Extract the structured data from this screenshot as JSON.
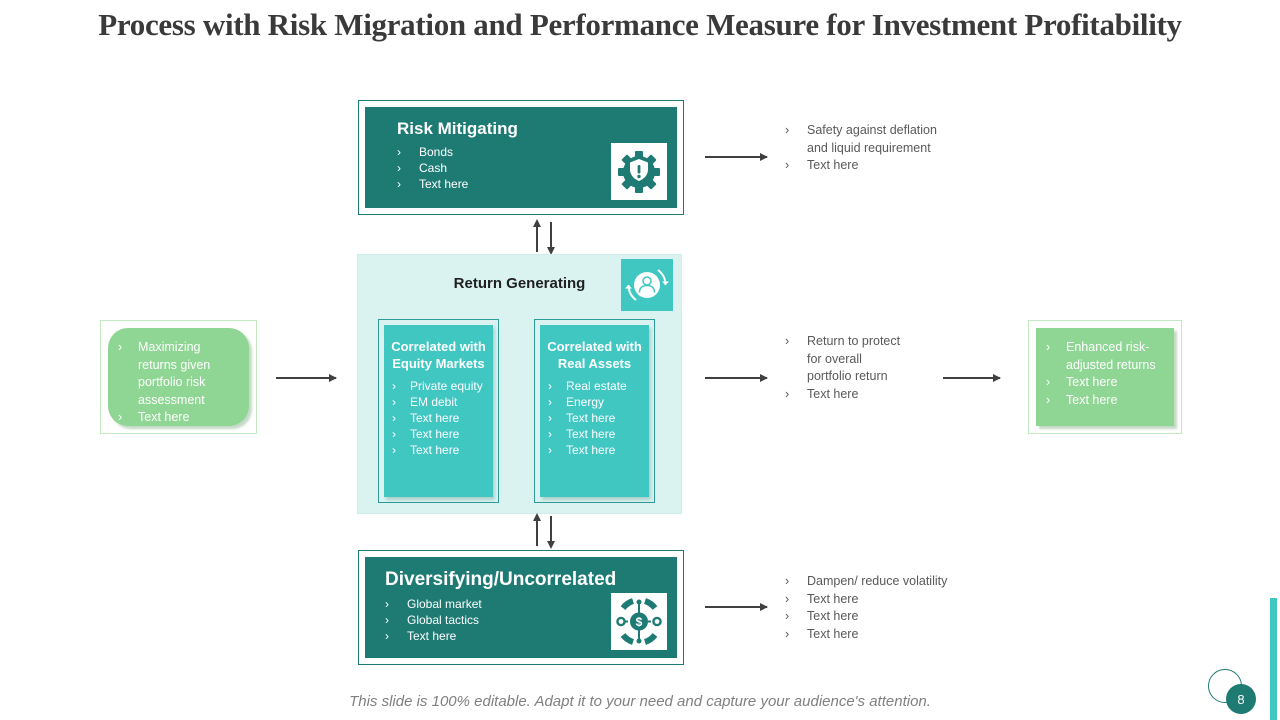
{
  "slide": {
    "title": "Process with Risk Migration and Performance Measure for Investment Profitability",
    "footer": "This slide is 100% editable. Adapt it to your need and capture your audience's attention.",
    "page_number": "8"
  },
  "ui": {
    "bullet_char": "›"
  },
  "colors": {
    "dark_teal": "#1E7B74",
    "bright_teal": "#41C7C2",
    "mint": "#DAF3F1",
    "green": "#8FD694",
    "text_gray": "#595959",
    "arrow": "#404040"
  },
  "left_box": {
    "bullets": [
      "Maximizing returns given portfolio risk assessment",
      "Text here"
    ]
  },
  "risk_mitigating": {
    "title": "Risk Mitigating",
    "bullets": [
      "Bonds",
      "Cash",
      "Text here"
    ],
    "icon": "gear-shield-alert-icon",
    "outcomes": [
      "Safety against deflation and liquid requirement",
      "Text here"
    ]
  },
  "return_generating": {
    "title": "Return Generating",
    "icon": "person-cycle-icon",
    "equity_box": {
      "title": "Correlated with Equity Markets",
      "bullets": [
        "Private equity",
        "EM debit",
        "Text here",
        "Text here",
        "Text here"
      ]
    },
    "real_assets_box": {
      "title": "Correlated with Real Assets",
      "bullets": [
        "Real estate",
        "Energy",
        "Text here",
        "Text here",
        "Text here"
      ]
    },
    "outcomes": [
      "Return to protect for overall portfolio return",
      "Text here"
    ]
  },
  "right_box": {
    "bullets": [
      "Enhanced risk-adjusted returns",
      "Text here",
      "Text here"
    ]
  },
  "diversifying": {
    "title": "Diversifying/Uncorrelated",
    "bullets": [
      "Global market",
      "Global tactics",
      "Text here"
    ],
    "icon": "dollar-network-icon",
    "outcomes": [
      "Dampen/ reduce volatility",
      "Text here",
      "Text here",
      "Text here"
    ]
  }
}
